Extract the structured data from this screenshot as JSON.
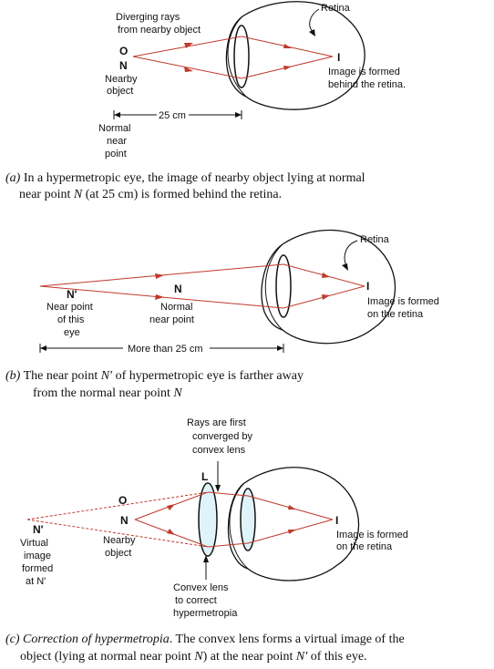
{
  "panel_a": {
    "label_retina": "Retina",
    "label_rays": [
      "Diverging rays",
      "from nearby object"
    ],
    "label_O": "O",
    "label_N": "N",
    "label_object": [
      "Nearby",
      "object"
    ],
    "label_I": "I",
    "label_image": [
      "Image is formed",
      "behind the retina."
    ],
    "label_distance": "25 cm",
    "label_near": [
      "Normal",
      "near",
      "point"
    ],
    "caption_prefix": "(a)",
    "caption_line1": " In a hypermetropic eye, the image of nearby object lying at normal",
    "caption_line2_a": "near point ",
    "caption_line2_N": "N",
    "caption_line2_b": " (at 25 cm) is formed behind the retina."
  },
  "panel_b": {
    "label_retina": "Retina",
    "label_Nprime": "N'",
    "label_nearpoint_eye": [
      "Near point",
      "of this",
      "eye"
    ],
    "label_N": "N",
    "label_normal_near": [
      "Normal",
      "near point"
    ],
    "label_I": "I",
    "label_image": [
      "Image is formed",
      "on the retina"
    ],
    "label_distance": "More than 25 cm",
    "caption_prefix": "(b)",
    "caption_line1_a": " The near point ",
    "caption_line1_N": "N'",
    "caption_line1_b": " of hypermetropic eye is farther away",
    "caption_line2_a": "from the normal near point ",
    "caption_line2_N": "N"
  },
  "panel_c": {
    "label_rays": [
      "Rays are first",
      "converged by",
      "convex lens"
    ],
    "label_L": "L",
    "label_O": "O",
    "label_N": "N",
    "label_Nprime": "N'",
    "label_virtual": [
      "Virtual",
      "image",
      "formed",
      "at N'"
    ],
    "label_object": [
      "Nearby",
      "object"
    ],
    "label_I": "I",
    "label_image": [
      "Image is formed",
      "on the retina"
    ],
    "label_lens": [
      "Convex lens",
      "to correct",
      "hypermetropia"
    ],
    "caption_prefix": "(c)",
    "caption_title": " Correction of hypermetropia",
    "caption_line1_rest": ". The convex lens forms a virtual  image of the",
    "caption_line2_a": "object (lying at normal near point ",
    "caption_line2_N": "N",
    "caption_line2_b": ") at the near point ",
    "caption_line2_Np": "N'",
    "caption_line2_c": " of this eye."
  }
}
